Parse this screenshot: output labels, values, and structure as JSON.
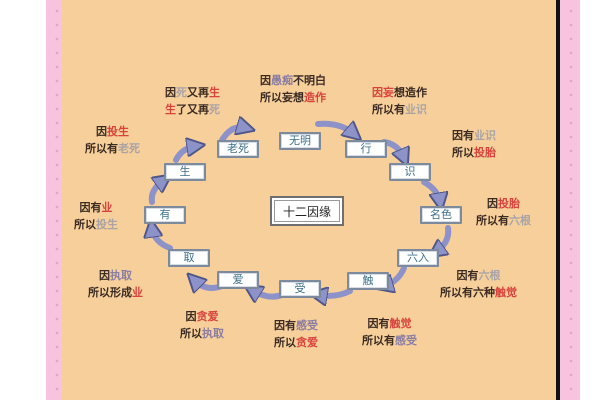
{
  "colors": {
    "dark": "#3a2a22",
    "red": "#d8433c",
    "purple": "#8b7ea3",
    "gray": "#a9a3a6",
    "arrow": "#8d93c9"
  },
  "center_label": "十二因缘",
  "nodes": [
    {
      "key": "wuming",
      "label": "无明"
    },
    {
      "key": "xing",
      "label": "行"
    },
    {
      "key": "shi",
      "label": "识"
    },
    {
      "key": "mingse",
      "label": "名色"
    },
    {
      "key": "liuru",
      "label": "六入"
    },
    {
      "key": "chu",
      "label": "触"
    },
    {
      "key": "shou",
      "label": "受"
    },
    {
      "key": "ai",
      "label": "爱"
    },
    {
      "key": "qu",
      "label": "取"
    },
    {
      "key": "you",
      "label": "有"
    },
    {
      "key": "sheng",
      "label": "生"
    },
    {
      "key": "laosi",
      "label": "老死"
    }
  ],
  "captions": [
    {
      "key": "wuming",
      "lines": [
        [
          [
            "因",
            "dark"
          ],
          [
            "愚痴",
            "purple"
          ],
          [
            "不明白",
            "dark"
          ]
        ],
        [
          [
            "所以妄想",
            "dark"
          ],
          [
            "造作",
            "red"
          ]
        ]
      ]
    },
    {
      "key": "sheng-si",
      "lines": [
        [
          [
            "因",
            "dark"
          ],
          [
            "死",
            "gray"
          ],
          [
            "又再",
            "dark"
          ],
          [
            "生",
            "red"
          ]
        ],
        [
          [
            "生",
            "red"
          ],
          [
            "了又再",
            "dark"
          ],
          [
            "死",
            "gray"
          ]
        ]
      ]
    },
    {
      "key": "xing",
      "lines": [
        [
          [
            "因妄",
            "red"
          ],
          [
            "想造作",
            "dark"
          ]
        ],
        [
          [
            "所以有",
            "dark"
          ],
          [
            "业识",
            "gray"
          ]
        ]
      ]
    },
    {
      "key": "laosi",
      "lines": [
        [
          [
            "因",
            "dark"
          ],
          [
            "投生",
            "red"
          ]
        ],
        [
          [
            "所以有",
            "dark"
          ],
          [
            "老死",
            "gray"
          ]
        ]
      ]
    },
    {
      "key": "shi",
      "lines": [
        [
          [
            "因有",
            "dark"
          ],
          [
            "业识",
            "gray"
          ]
        ],
        [
          [
            "所以",
            "dark"
          ],
          [
            "投胎",
            "red"
          ]
        ]
      ]
    },
    {
      "key": "you",
      "lines": [
        [
          [
            "因有",
            "dark"
          ],
          [
            "业",
            "red"
          ]
        ],
        [
          [
            "所以",
            "dark"
          ],
          [
            "投生",
            "gray"
          ]
        ]
      ]
    },
    {
      "key": "mingse",
      "lines": [
        [
          [
            "因",
            "dark"
          ],
          [
            "投胎",
            "red"
          ]
        ],
        [
          [
            "所以有",
            "dark"
          ],
          [
            "六根",
            "gray"
          ]
        ]
      ]
    },
    {
      "key": "qu",
      "lines": [
        [
          [
            "因",
            "dark"
          ],
          [
            "执取",
            "purple"
          ]
        ],
        [
          [
            "所以形成",
            "dark"
          ],
          [
            "业",
            "red"
          ]
        ]
      ]
    },
    {
      "key": "liuru",
      "lines": [
        [
          [
            "因有",
            "dark"
          ],
          [
            "六根",
            "gray"
          ]
        ],
        [
          [
            "所以有六种",
            "dark"
          ],
          [
            "触觉",
            "red"
          ]
        ]
      ]
    },
    {
      "key": "ai",
      "lines": [
        [
          [
            "因",
            "dark"
          ],
          [
            "贪爱",
            "red"
          ]
        ],
        [
          [
            "所以",
            "dark"
          ],
          [
            "执取",
            "purple"
          ]
        ]
      ]
    },
    {
      "key": "shou",
      "lines": [
        [
          [
            "因有",
            "dark"
          ],
          [
            "感受",
            "purple"
          ]
        ],
        [
          [
            "所以",
            "dark"
          ],
          [
            "贪爱",
            "red"
          ]
        ]
      ]
    },
    {
      "key": "chu",
      "lines": [
        [
          [
            "因有",
            "dark"
          ],
          [
            "触觉",
            "red"
          ]
        ],
        [
          [
            "所以有",
            "dark"
          ],
          [
            "感受",
            "purple"
          ]
        ]
      ]
    }
  ]
}
